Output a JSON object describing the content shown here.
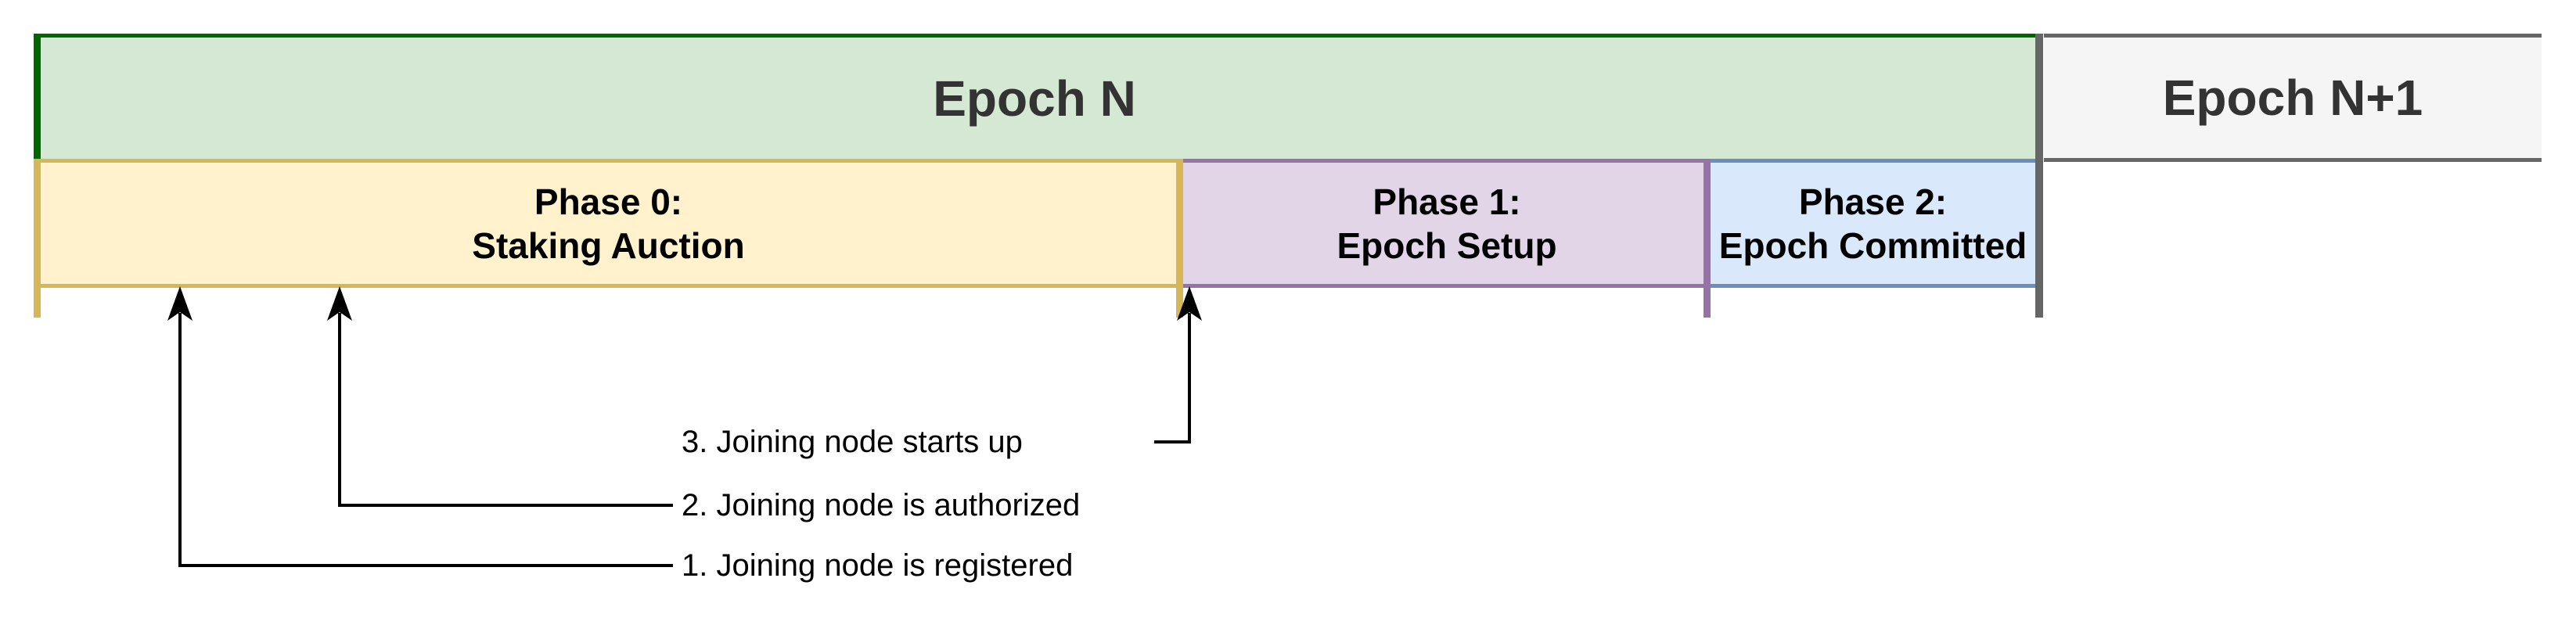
{
  "diagram": {
    "epochs": [
      {
        "label": "Epoch N",
        "fill": "#d5e8d4",
        "accent": "#006600",
        "text_color": "#333333"
      },
      {
        "label": "Epoch N+1",
        "fill": "#f5f5f5",
        "accent": "#666666",
        "text_color": "#333333"
      }
    ],
    "phases": [
      {
        "line1": "Phase 0:",
        "line2": "Staking Auction",
        "fill": "#fff2cc",
        "accent": "#d6b656"
      },
      {
        "line1": "Phase 1:",
        "line2": "Epoch Setup",
        "fill": "#e1d5e7",
        "accent": "#9673a6"
      },
      {
        "line1": "Phase 2:",
        "line2": "Epoch Committed",
        "fill": "#dae8fc",
        "accent": "#6c8ebf"
      }
    ],
    "annotations": [
      {
        "label": "1. Joining node is registered",
        "arrow_target_phase": "Phase 0"
      },
      {
        "label": "2. Joining node is authorized",
        "arrow_target_phase": "Phase 0"
      },
      {
        "label": "3. Joining node starts up",
        "arrow_target_phase": "Phase 0 / Phase 1 boundary"
      }
    ],
    "colors": {
      "epoch_divider": "#666666",
      "annotation_line": "#000000",
      "background": "#ffffff"
    }
  }
}
